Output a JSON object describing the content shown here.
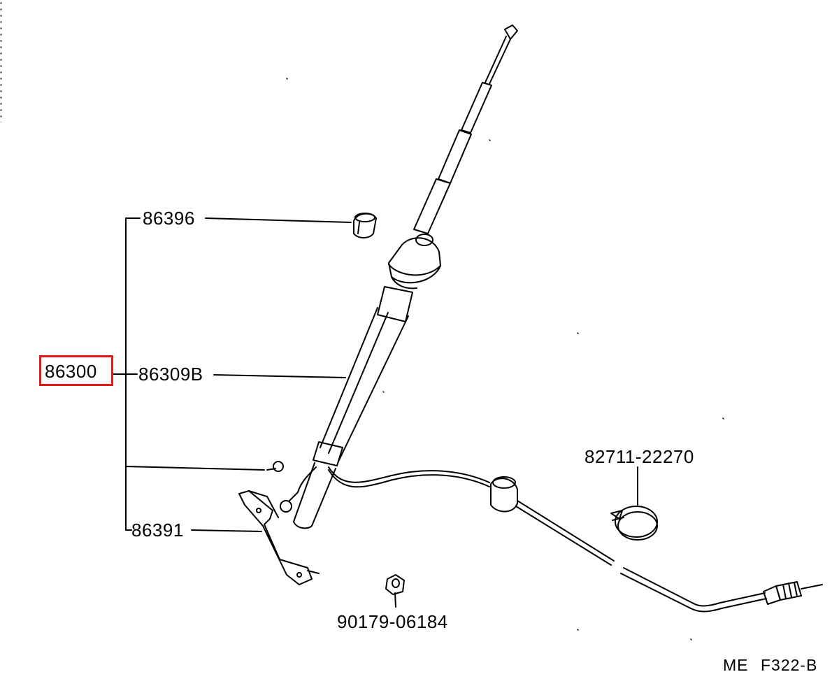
{
  "callouts": {
    "assembly": "86300",
    "cushion": "86396",
    "rod_assembly": "86309B",
    "bracket": "86391",
    "nut": "90179-06184",
    "clamp": "82711-22270"
  },
  "figure_ref": {
    "code": "ME",
    "number": "F322-B"
  },
  "colors": {
    "line": "#000000",
    "highlight": "#e81818",
    "background": "#ffffff"
  }
}
